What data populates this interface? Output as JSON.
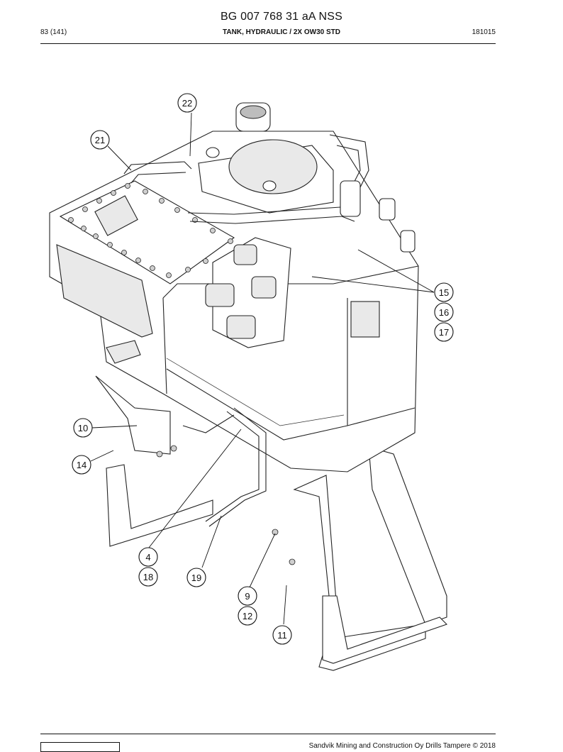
{
  "header": {
    "doc_id": "BG 007 768 31 aA NSS",
    "page": "83 (141)",
    "section_title": "TANK, HYDRAULIC / 2X OW30 STD",
    "date_code": "181015"
  },
  "callouts": [
    {
      "label": "22"
    },
    {
      "label": "21"
    },
    {
      "label": "15"
    },
    {
      "label": "16"
    },
    {
      "label": "17"
    },
    {
      "label": "10"
    },
    {
      "label": "14"
    },
    {
      "label": "4"
    },
    {
      "label": "18"
    },
    {
      "label": "19"
    },
    {
      "label": "9"
    },
    {
      "label": "12"
    },
    {
      "label": "11"
    }
  ],
  "footer": {
    "copyright": "Sandvik Mining and Construction Oy Drills Tampere © 2018"
  }
}
